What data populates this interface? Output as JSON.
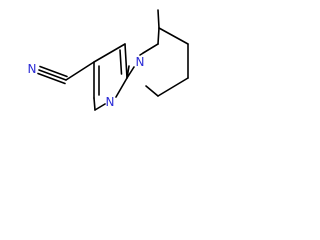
{
  "structure": {
    "atoms": [
      {
        "id": "nitrile-n",
        "label": "N",
        "color": "#2b2bd6"
      },
      {
        "id": "pyridine-n",
        "label": "N",
        "color": "#2b2bd6"
      },
      {
        "id": "piperidine-n",
        "label": "N",
        "color": "#2b2bd6"
      }
    ],
    "bond_color": "#000000"
  }
}
